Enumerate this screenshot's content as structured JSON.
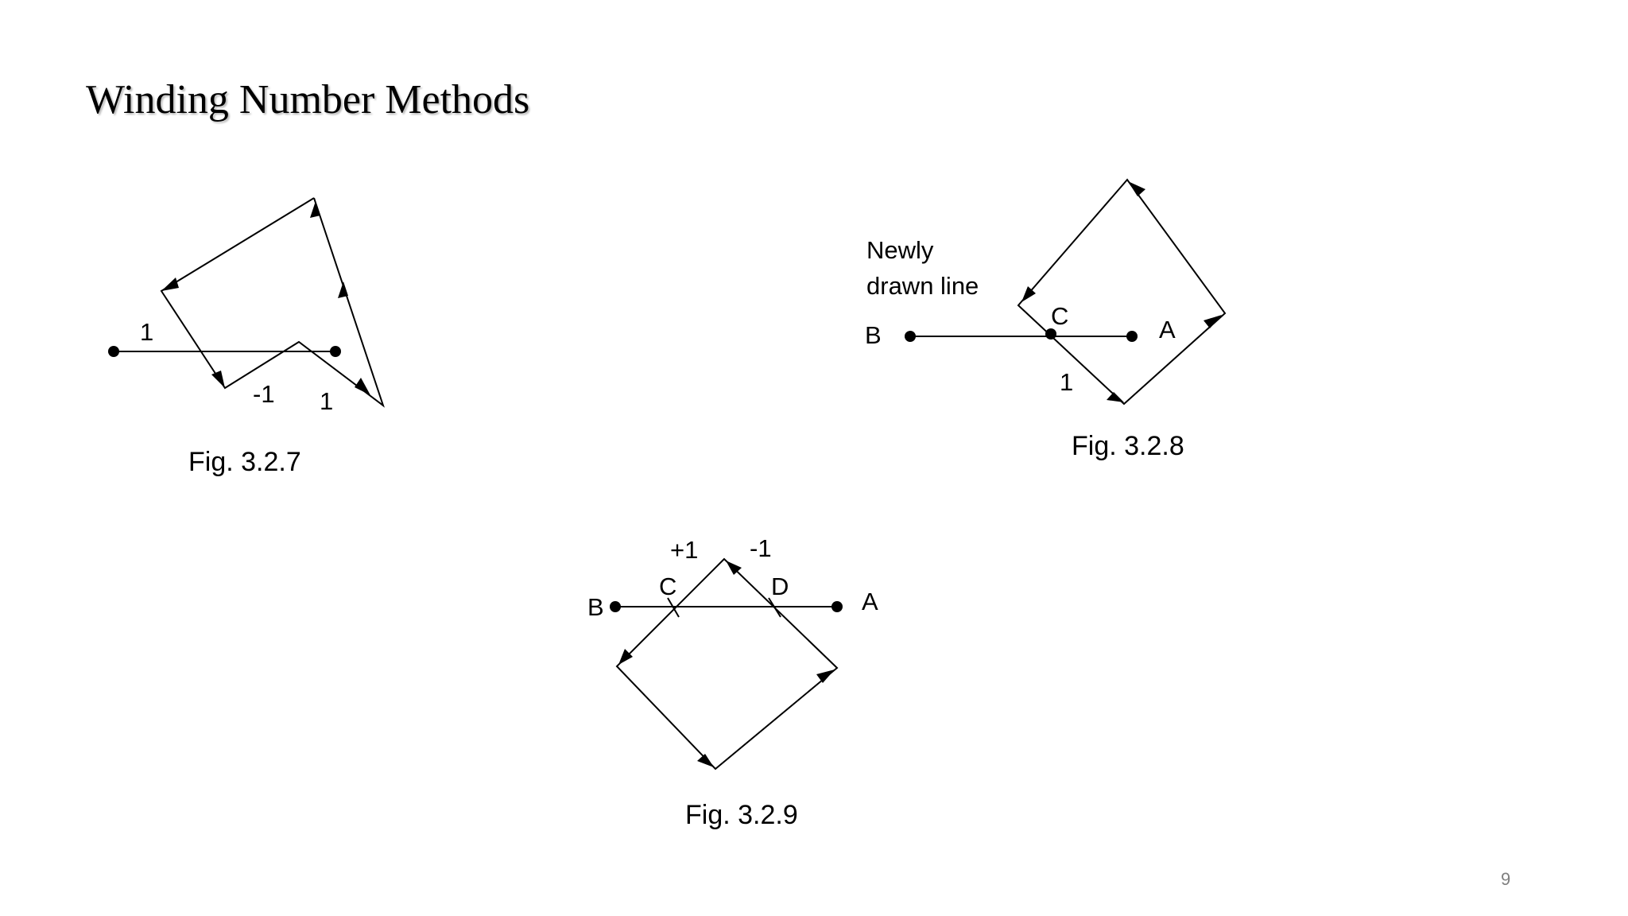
{
  "slide": {
    "title": "Winding Number Methods",
    "page_number": "9"
  },
  "fig_327": {
    "caption": "Fig. 3.2.7",
    "label_left": "1",
    "label_neg": "-1",
    "label_right": "1"
  },
  "fig_328": {
    "caption": "Fig. 3.2.8",
    "note_line1": "Newly",
    "note_line2": "drawn line",
    "point_b": "B",
    "point_c": "C",
    "point_a": "A",
    "crossing": "1"
  },
  "fig_329": {
    "caption": "Fig. 3.2.9",
    "plus_one": "+1",
    "minus_one": "-1",
    "point_b": "B",
    "point_c": "C",
    "point_d": "D",
    "point_a": "A"
  }
}
